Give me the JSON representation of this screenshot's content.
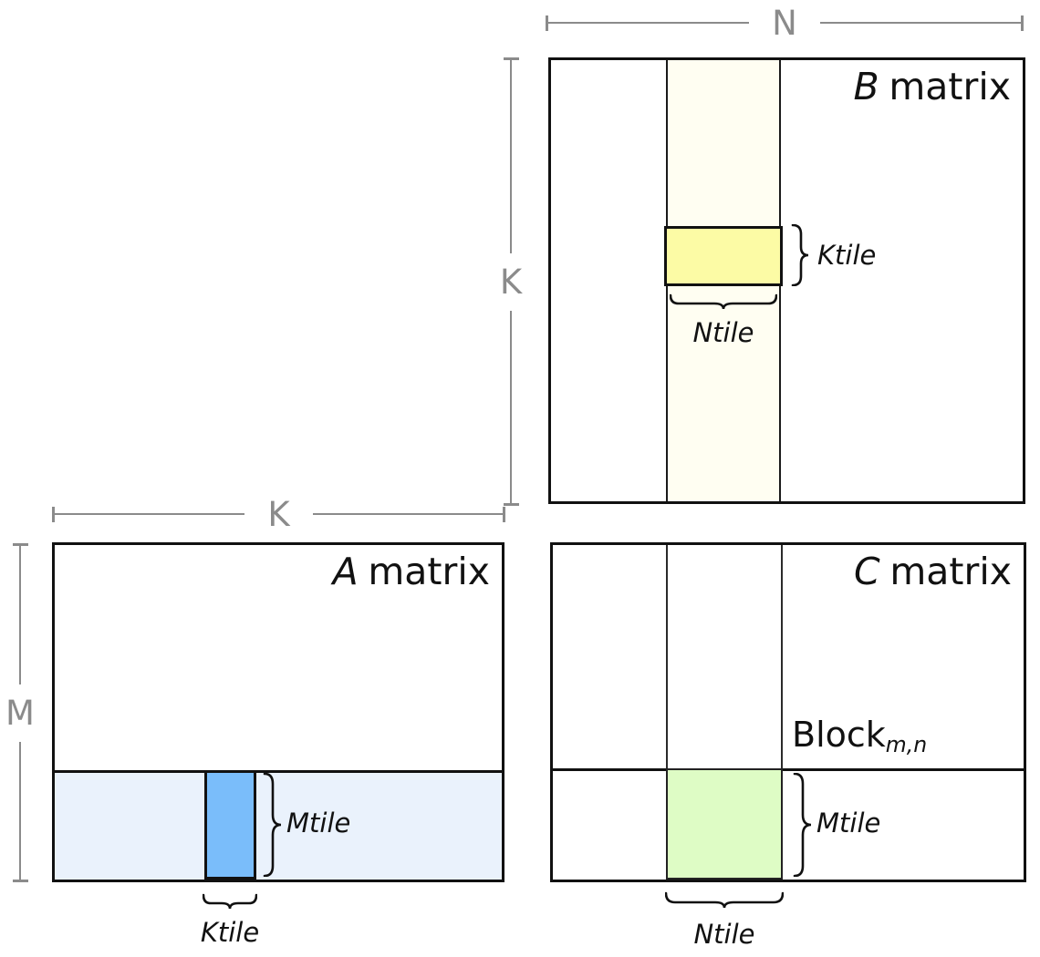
{
  "dimensions": {
    "n_label": "N",
    "k_vertical_label": "K",
    "k_horizontal_label": "K",
    "m_label": "M"
  },
  "matrix_b": {
    "title_letter": "B",
    "title_word": "matrix",
    "ktile_label": "Ktile",
    "ntile_label": "Ntile"
  },
  "matrix_a": {
    "title_letter": "A",
    "title_word": "matrix",
    "mtile_label": "Mtile",
    "ktile_label": "Ktile"
  },
  "matrix_c": {
    "title_letter": "C",
    "title_word": "matrix",
    "block_label": "Block",
    "block_subscript": "m,n",
    "mtile_label": "Mtile",
    "ntile_label": "Ntile"
  },
  "colors": {
    "dimension_gray": "#8b8b8b",
    "outline_black": "#111111",
    "b_column_strip": "#fffef2",
    "b_ktile_block": "#fcfba5",
    "a_row_strip": "#eaf2fc",
    "a_mtile_block": "#7abdfa",
    "c_result_block": "#defcc5"
  }
}
